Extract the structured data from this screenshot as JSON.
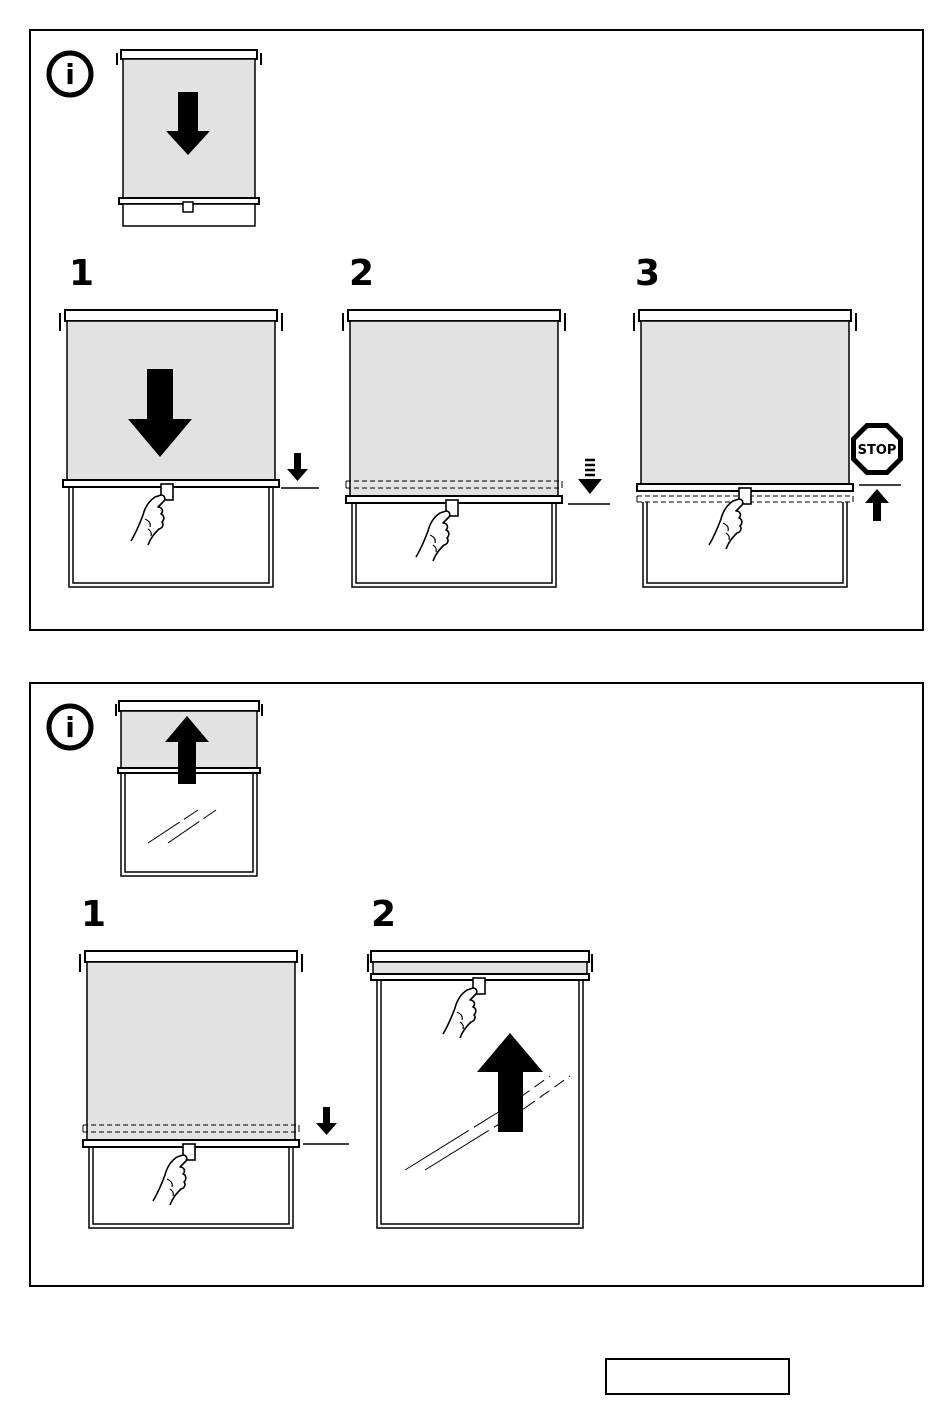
{
  "colors": {
    "shade": "#e2e2e2",
    "line": "#000000",
    "background": "#ffffff"
  },
  "icons": {
    "info": "info-icon",
    "arrow_down": "arrow-down-icon",
    "arrow_up": "arrow-up-icon",
    "stop": "stop-sign-icon",
    "hand": "hand-icon"
  },
  "section_lower_blind": {
    "info_symbol": "i",
    "steps": [
      {
        "number": "1"
      },
      {
        "number": "2"
      },
      {
        "number": "3",
        "stop_label": "STOP"
      }
    ]
  },
  "section_raise_blind": {
    "info_symbol": "i",
    "steps": [
      {
        "number": "1"
      },
      {
        "number": "2"
      }
    ]
  },
  "footer": {
    "page_box_text": ""
  }
}
